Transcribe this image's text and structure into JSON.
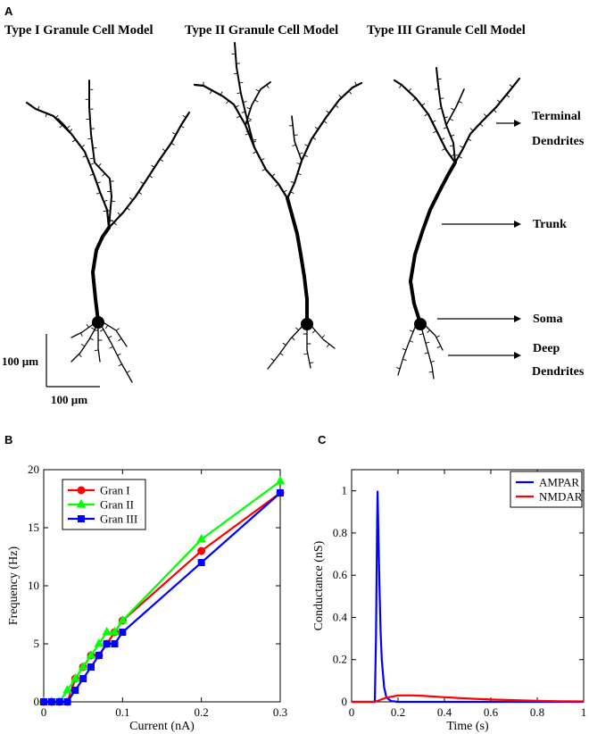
{
  "panel_a": {
    "letter": "A",
    "titles": [
      "Type I Granule Cell Model",
      "Type II Granule Cell Model",
      "Type III Granule Cell Model"
    ],
    "annotations": [
      "Terminal",
      "Dendrites",
      "Trunk",
      "Soma",
      "Deep",
      "Dendrites"
    ],
    "scale_bar": {
      "vertical": "100 µm",
      "horizontal": "100 µm"
    }
  },
  "chart_data": [
    {
      "panel": "B",
      "type": "line",
      "xlabel": "Current (nA)",
      "ylabel": "Frequency (Hz)",
      "xlim": [
        0,
        0.3
      ],
      "ylim": [
        0,
        20
      ],
      "xticks": [
        0,
        0.1,
        0.2,
        0.3
      ],
      "xtick_labels": [
        "0",
        "0.1",
        "0.2",
        "0.3"
      ],
      "yticks": [
        0,
        5,
        10,
        15,
        20
      ],
      "ytick_labels": [
        "0",
        "5",
        "10",
        "15",
        "20"
      ],
      "legend_position": "top-left",
      "series": [
        {
          "name": "Gran I",
          "color": "#ff0000",
          "marker": "circle",
          "x": [
            0,
            0.01,
            0.02,
            0.03,
            0.04,
            0.05,
            0.06,
            0.07,
            0.08,
            0.09,
            0.1,
            0.2,
            0.3
          ],
          "y": [
            0,
            0,
            0,
            0,
            2,
            3,
            4,
            4,
            5,
            6,
            7,
            13,
            18
          ]
        },
        {
          "name": "Gran II",
          "color": "#00ff00",
          "marker": "triangle",
          "x": [
            0,
            0.01,
            0.02,
            0.03,
            0.04,
            0.05,
            0.06,
            0.07,
            0.08,
            0.09,
            0.1,
            0.2,
            0.3
          ],
          "y": [
            0,
            0,
            0,
            1,
            2,
            3,
            4,
            5,
            6,
            6,
            7,
            14,
            19
          ]
        },
        {
          "name": "Gran III",
          "color": "#0000ff",
          "marker": "square",
          "x": [
            0,
            0.01,
            0.02,
            0.03,
            0.04,
            0.05,
            0.06,
            0.07,
            0.08,
            0.09,
            0.1,
            0.2,
            0.3
          ],
          "y": [
            0,
            0,
            0,
            0,
            1,
            2,
            3,
            4,
            5,
            5,
            6,
            12,
            18
          ]
        }
      ]
    },
    {
      "panel": "C",
      "type": "line",
      "xlabel": "Time (s)",
      "ylabel": "Conductance (nS)",
      "xlim": [
        0,
        1
      ],
      "ylim": [
        0,
        1.1
      ],
      "xticks": [
        0,
        0.2,
        0.4,
        0.6,
        0.8,
        1
      ],
      "xtick_labels": [
        "0",
        "0.2",
        "0.4",
        "0.6",
        "0.8",
        "1"
      ],
      "yticks": [
        0,
        0.2,
        0.4,
        0.6,
        0.8,
        1
      ],
      "ytick_labels": [
        "0",
        "0.2",
        "0.4",
        "0.6",
        "0.8",
        "1"
      ],
      "legend_position": "top-right",
      "series": [
        {
          "name": "AMPAR",
          "color": "#0000ff",
          "x": [
            0,
            0.1,
            0.105,
            0.11,
            0.112,
            0.115,
            0.12,
            0.125,
            0.13,
            0.14,
            0.15,
            0.17,
            0.2,
            0.4,
            0.6,
            0.8,
            1
          ],
          "y": [
            0,
            0,
            0.3,
            0.85,
            1.0,
            0.82,
            0.55,
            0.33,
            0.2,
            0.07,
            0.02,
            0.004,
            0,
            0,
            0,
            0,
            0
          ]
        },
        {
          "name": "NMDAR",
          "color": "#ff0000",
          "x": [
            0,
            0.1,
            0.12,
            0.15,
            0.2,
            0.25,
            0.3,
            0.4,
            0.5,
            0.6,
            0.7,
            0.8,
            0.9,
            1
          ],
          "y": [
            0,
            0,
            0.008,
            0.02,
            0.03,
            0.031,
            0.029,
            0.022,
            0.016,
            0.011,
            0.008,
            0.005,
            0.003,
            0.002
          ]
        }
      ]
    }
  ]
}
